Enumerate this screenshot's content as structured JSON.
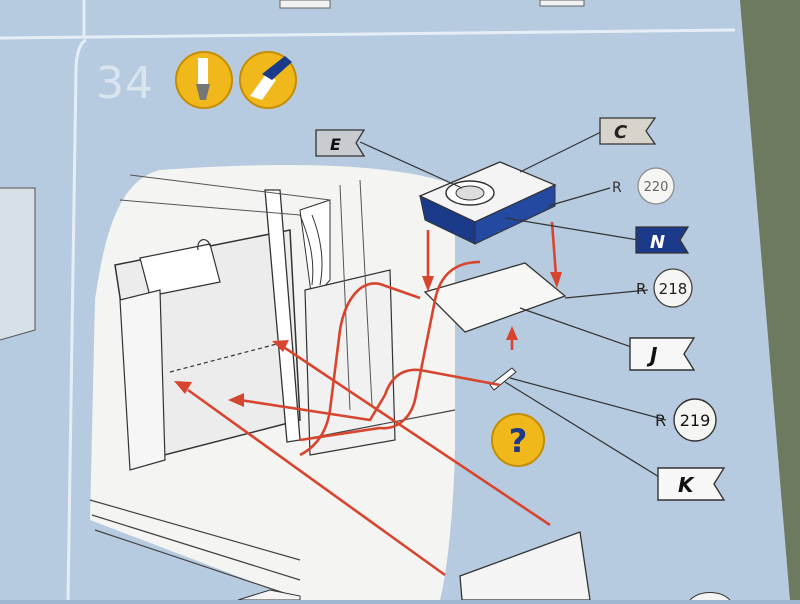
{
  "step": {
    "number": "34"
  },
  "tool_icons": [
    {
      "name": "paint-brush-icon"
    },
    {
      "name": "glue-icon"
    }
  ],
  "parts": {
    "E": "E",
    "C": "C",
    "N": "N",
    "J": "J",
    "K": "K"
  },
  "refs": [
    {
      "prefix": "R",
      "number": "220"
    },
    {
      "prefix": "R",
      "number": "218"
    },
    {
      "prefix": "R",
      "number": "219"
    }
  ],
  "help_badge": "?",
  "colors": {
    "sheet": "#b6cbdf",
    "arrow": "#d8452f",
    "navy": "#1b3a8a",
    "badge": "#f1b81c"
  }
}
